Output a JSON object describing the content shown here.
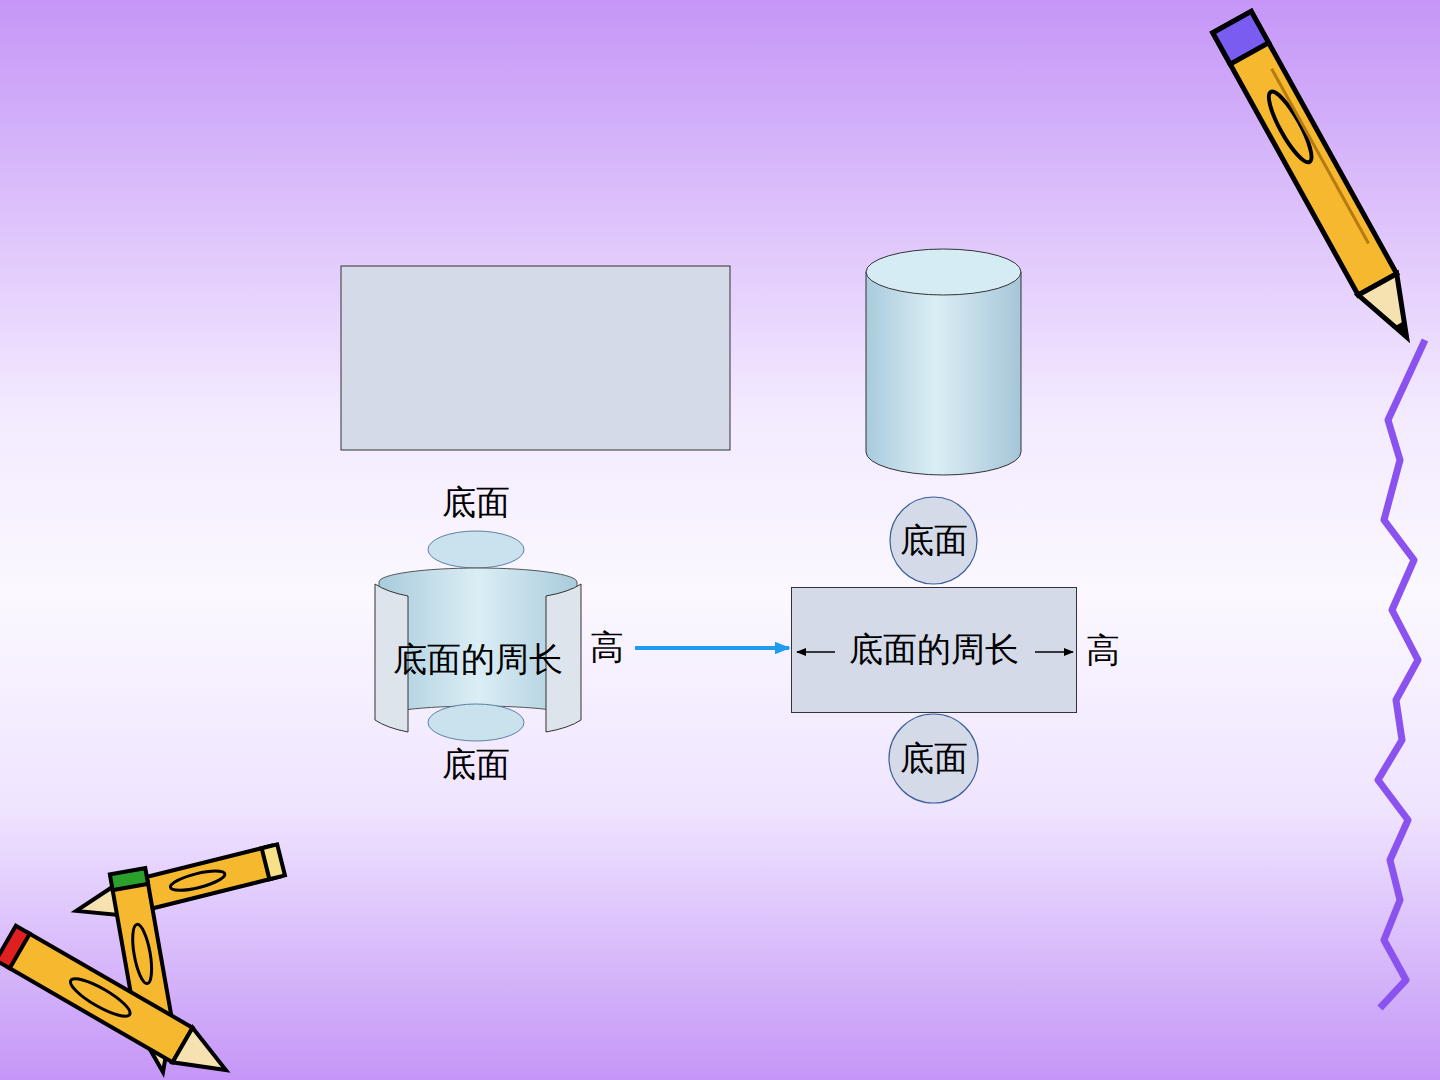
{
  "diagram": {
    "nodes": [
      {
        "text": [
          "底面"
        ]
      },
      {
        "text": [
          "底面的周长",
          "高"
        ]
      },
      {
        "text": [
          "底面"
        ]
      },
      {
        "text": [
          "底面"
        ]
      },
      {
        "text": [
          "底面的周长",
          "高"
        ]
      },
      {
        "text": [
          "底面"
        ]
      }
    ],
    "edges": [
      {
        "from": 1,
        "to": 4,
        "arrow": "to"
      }
    ]
  }
}
